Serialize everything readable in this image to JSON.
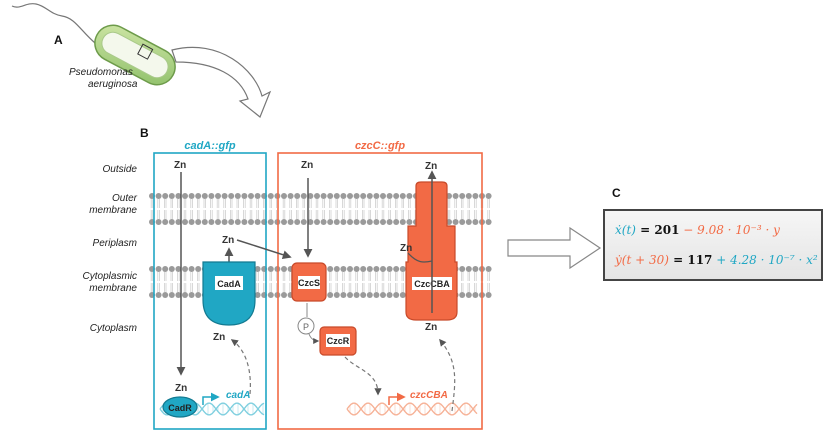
{
  "panels": {
    "a": "A",
    "b": "B",
    "c": "C"
  },
  "organism": {
    "line1": "Pseudomonas",
    "line2": "aeruginosa"
  },
  "reporters": {
    "cad": "cadA::gfp",
    "czc": "czcC::gfp"
  },
  "regions": {
    "outside": "Outside",
    "outer1": "Outer",
    "outer2": "membrane",
    "periplasm": "Periplasm",
    "cyto1": "Cytoplasmic",
    "cyto2": "membrane",
    "cytoplasm": "Cytoplasm"
  },
  "zn": "Zn",
  "proteins": {
    "cadA": "CadA",
    "cadR": "CadR",
    "czcS": "CzcS",
    "czcR": "CzcR",
    "czcCBA": "CzcCBA",
    "p": "P"
  },
  "genes": {
    "cadA": "cadA",
    "czcCBA": "czcCBA"
  },
  "equations": {
    "eq1": {
      "lhs": "ẋ(t)",
      "eq": " = ",
      "c": "201",
      "op": " − 9.08 · 10⁻³ · y"
    },
    "eq2": {
      "lhs": "ẏ(t + 30)",
      "eq": " = ",
      "c": "117",
      "op": " + 4.28 · 10⁻⁷ · x²"
    }
  },
  "colors": {
    "cyan": "#20a7c4",
    "orange": "#f26a45",
    "lipid": "#9a9a9a"
  }
}
